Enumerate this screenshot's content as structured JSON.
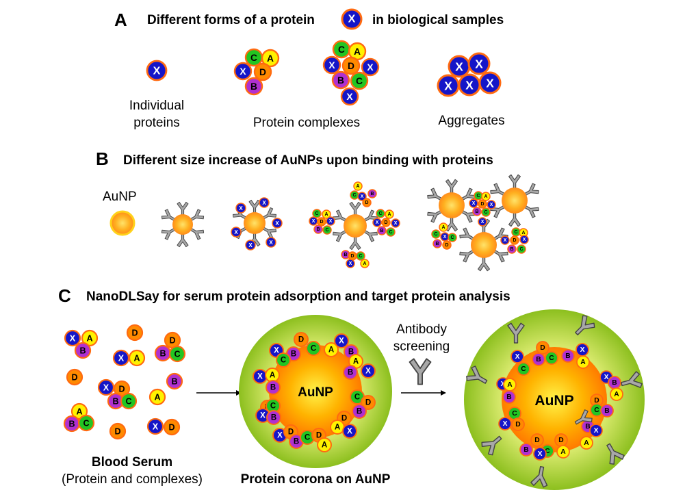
{
  "panel_a": {
    "letter": "A",
    "title_before": "Different forms of a protein",
    "title_protein": "X",
    "title_after": "in biological samples",
    "label_individual_1": "Individual",
    "label_individual_2": "proteins",
    "label_complexes": "Protein complexes",
    "label_aggregates": "Aggregates"
  },
  "panel_b": {
    "letter": "B",
    "title": "Different size increase of AuNPs upon binding with proteins",
    "label_aunp": "AuNP"
  },
  "panel_c": {
    "letter": "C",
    "title": "NanoDLSay for serum protein adsorption and target protein analysis",
    "label_serum_1": "Blood Serum",
    "label_serum_2": "(Protein and complexes)",
    "label_corona": "Protein corona on AuNP",
    "label_screening_1": "Antibody",
    "label_screening_2": "screening",
    "core_label_1": "AuNP",
    "core_label_2": "AuNP"
  },
  "protein_letters": [
    "X",
    "A",
    "B",
    "C",
    "D"
  ],
  "colors": {
    "X": "#1515c8",
    "A": "#fff200",
    "B": "#b030d0",
    "C": "#22c522",
    "D": "#ff8a00",
    "ring": "#ff6a10",
    "corona": "#9ccc2a",
    "core": "#ff9a00",
    "antibody": "#a8a8a8"
  }
}
